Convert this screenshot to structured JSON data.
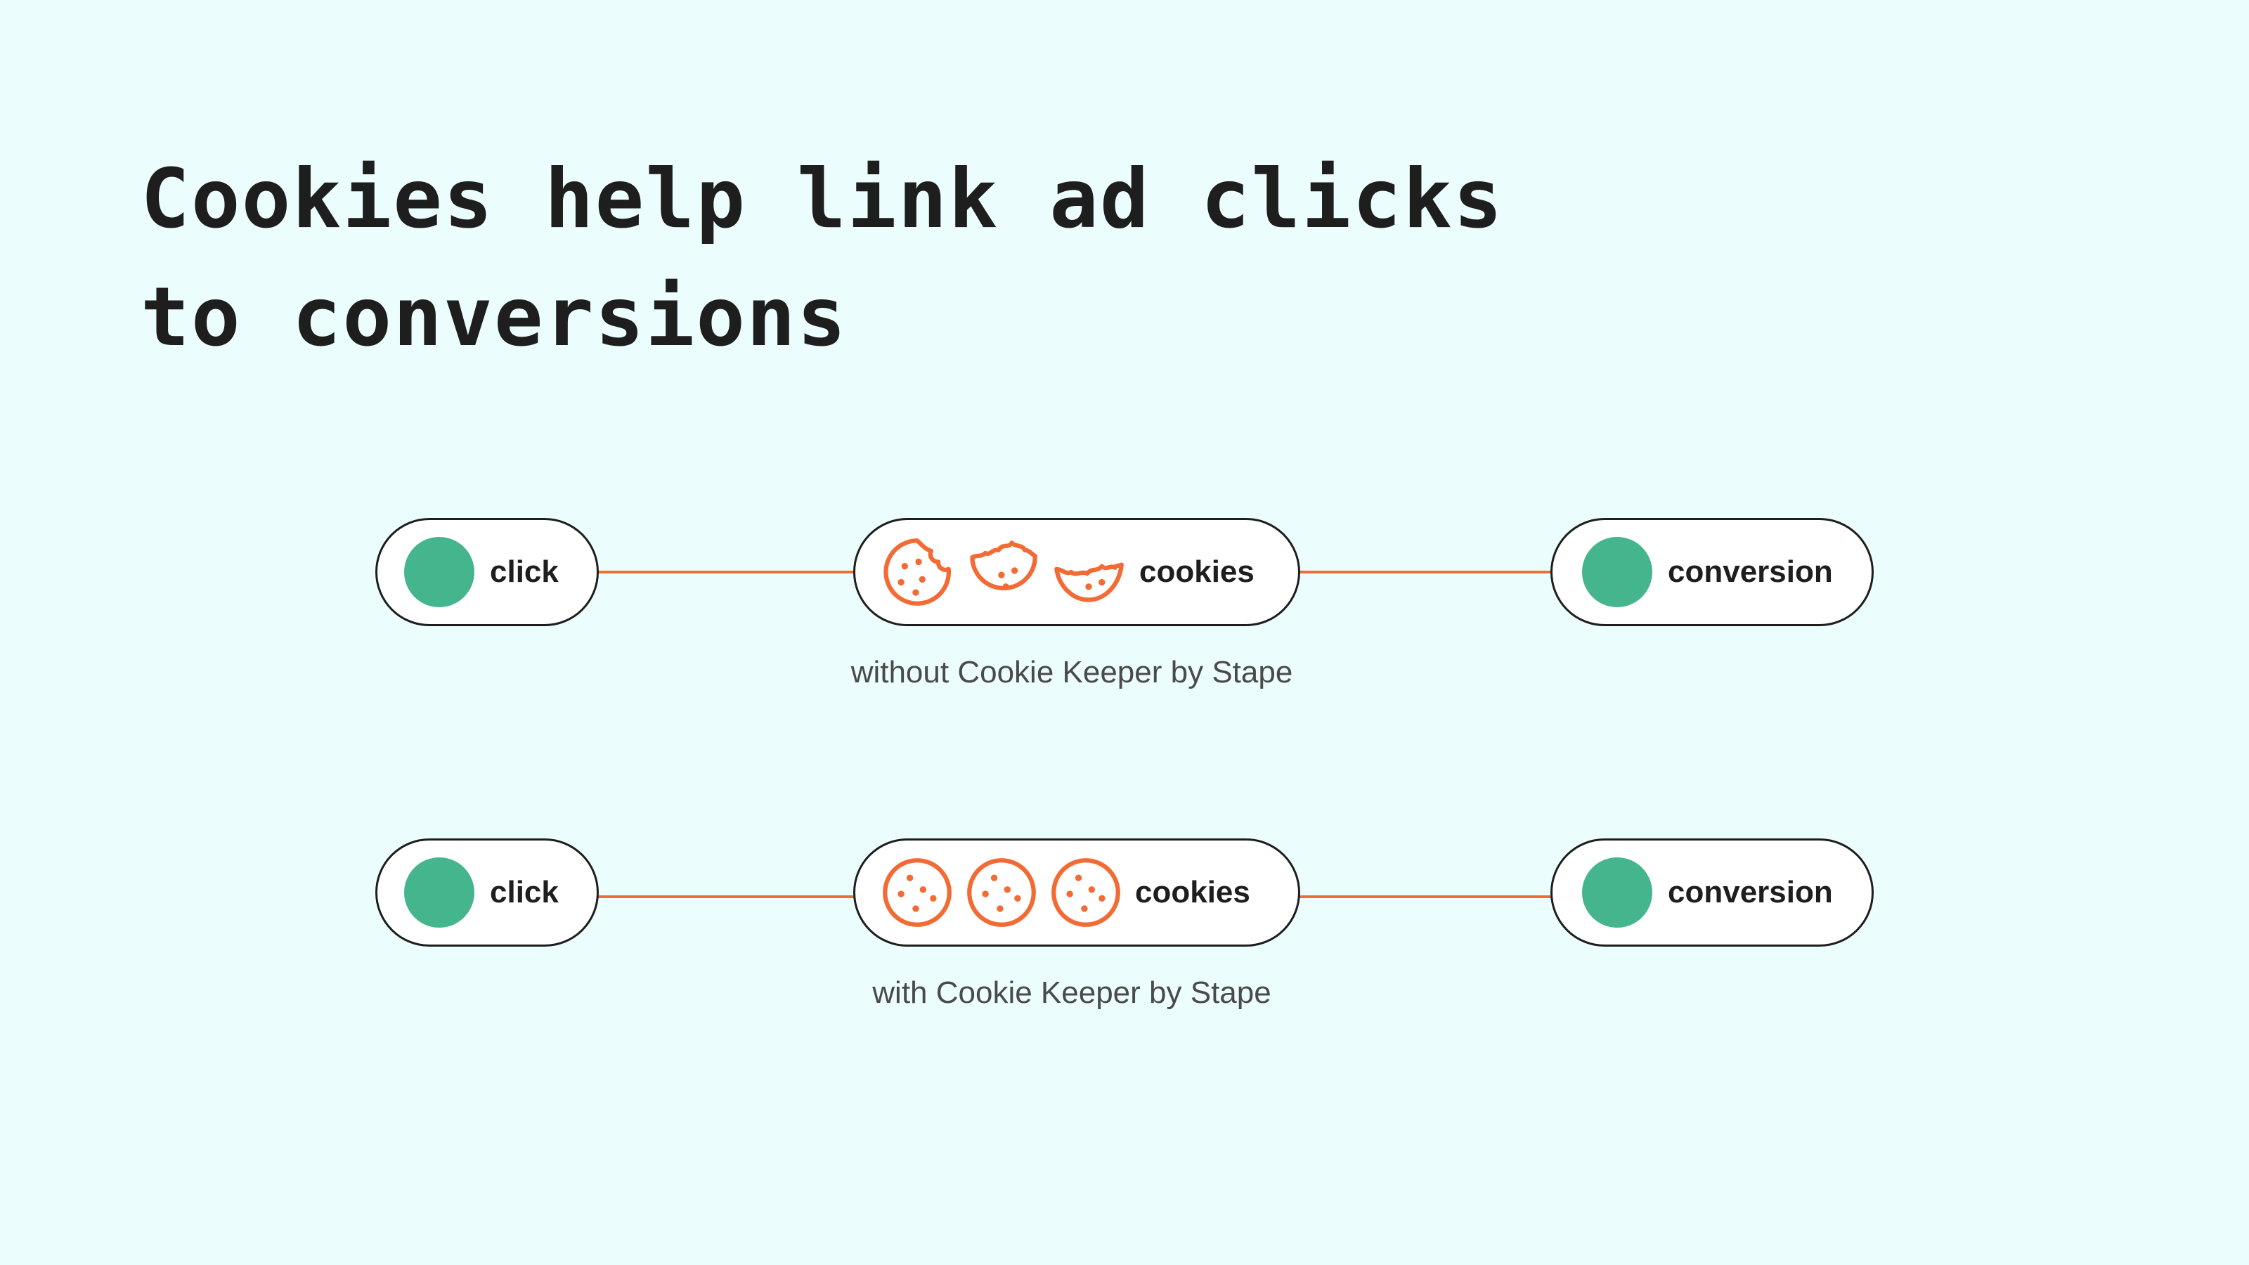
{
  "title": {
    "line1": "Cookies help link ad clicks",
    "line2": "to conversions"
  },
  "rows": [
    {
      "click_label": "click",
      "cookies_label": "cookies",
      "conversion_label": "conversion",
      "caption": "without Cookie Keeper by Stape",
      "cookie_states": [
        "bitten",
        "half-eaten",
        "crumb"
      ]
    },
    {
      "click_label": "click",
      "cookies_label": "cookies",
      "conversion_label": "conversion",
      "caption": "with Cookie Keeper by Stape",
      "cookie_states": [
        "whole",
        "whole",
        "whole"
      ]
    }
  ],
  "colors": {
    "background": "#ebfefd",
    "accent_orange": "#f36b34",
    "node_green": "#45b58e",
    "text_dark": "#1e1e1e"
  }
}
